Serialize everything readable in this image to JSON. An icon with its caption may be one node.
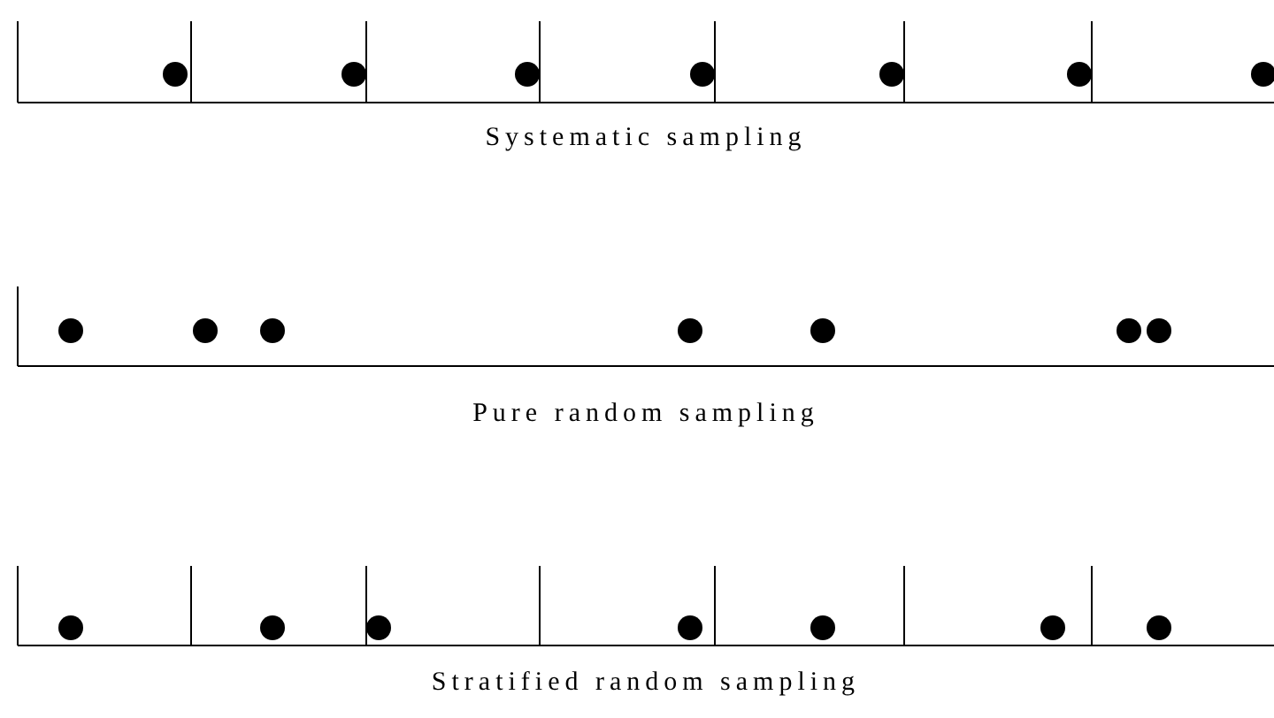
{
  "diagram": {
    "labels": [
      "Systematic sampling",
      "Pure random sampling",
      "Stratified random sampling"
    ]
  }
}
